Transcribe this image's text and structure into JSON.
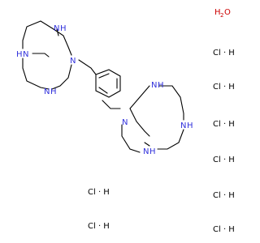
{
  "molecule": {
    "amine_label": "N",
    "imine_label": "N",
    "amine_h_label": "H",
    "ring_n_labels": [
      "N",
      "N",
      "N",
      "N",
      "N",
      "N",
      "N",
      "N"
    ],
    "ring_h_labels": [
      "H",
      "H",
      "H",
      "H",
      "H",
      "H"
    ]
  },
  "water": {
    "h": "H",
    "two": "2",
    "o": "O"
  },
  "hcl": {
    "formula": "Cl · H",
    "count": 8
  },
  "colors": {
    "nitrogen": "#3232dc",
    "oxygen": "#cc0000",
    "bond": "#000000"
  }
}
